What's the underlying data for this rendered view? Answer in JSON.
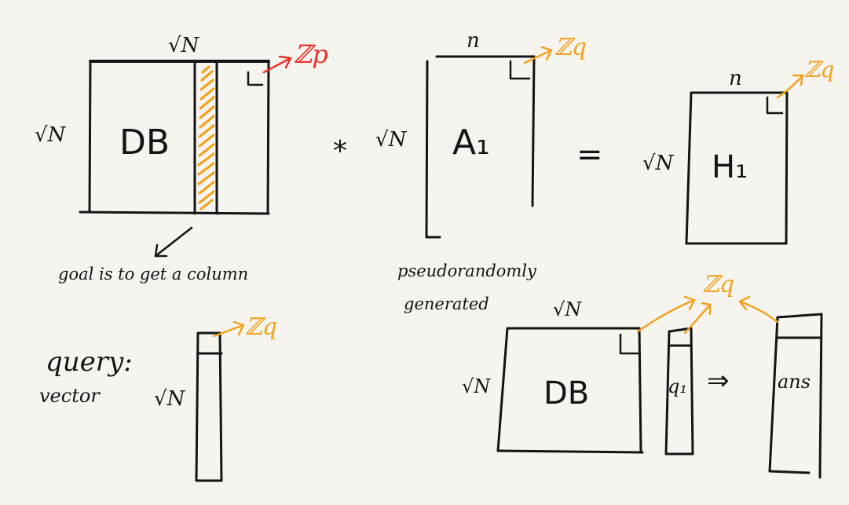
{
  "colors": {
    "ink": "#141414",
    "red": "#e8322c",
    "orange": "#f2a21e",
    "paper": "#f6f4ef"
  },
  "labels": {
    "sqrtN": "√N",
    "n": "n",
    "db": "DB",
    "a1": "A₁",
    "h1": "H₁",
    "q1": "q₁",
    "ans": "ans",
    "zp": "ℤp",
    "zq": "ℤq",
    "times": "*",
    "equals": "=",
    "implies": "⇒",
    "goal": "goal is to get a column",
    "pseudo": "pseudorandomly",
    "generated": "generated",
    "query": "query:",
    "vector": "vector"
  }
}
